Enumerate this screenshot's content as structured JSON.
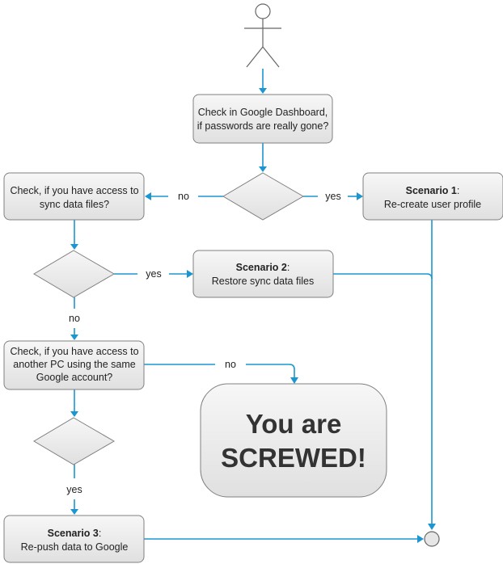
{
  "nodes": {
    "check_dashboard": {
      "lines": [
        "Check in Google Dashboard,",
        "if passwords are really gone?"
      ]
    },
    "check_sync_files": {
      "lines": [
        "Check, if you have access to",
        "sync data files?"
      ]
    },
    "scenario1": {
      "title": "Scenario 1",
      "desc": "Re-create user profile"
    },
    "scenario2": {
      "title": "Scenario 2",
      "desc": "Restore sync data files"
    },
    "check_other_pc": {
      "lines": [
        "Check, if you have access to",
        "another PC using the same",
        "Google account?"
      ]
    },
    "screwed": {
      "lines": [
        "You are",
        "SCREWED!"
      ]
    },
    "scenario3": {
      "title": "Scenario 3",
      "desc": "Re-push data to Google"
    }
  },
  "edge_labels": {
    "d1_no": "no",
    "d1_yes": "yes",
    "d2_yes": "yes",
    "d2_no": "no",
    "d3_no": "no",
    "d3_yes": "yes"
  },
  "colors": {
    "edge": "#1b96d1",
    "box_fill_top": "#f7f7f7",
    "box_fill_bottom": "#e2e2e2",
    "box_stroke": "#808080"
  }
}
